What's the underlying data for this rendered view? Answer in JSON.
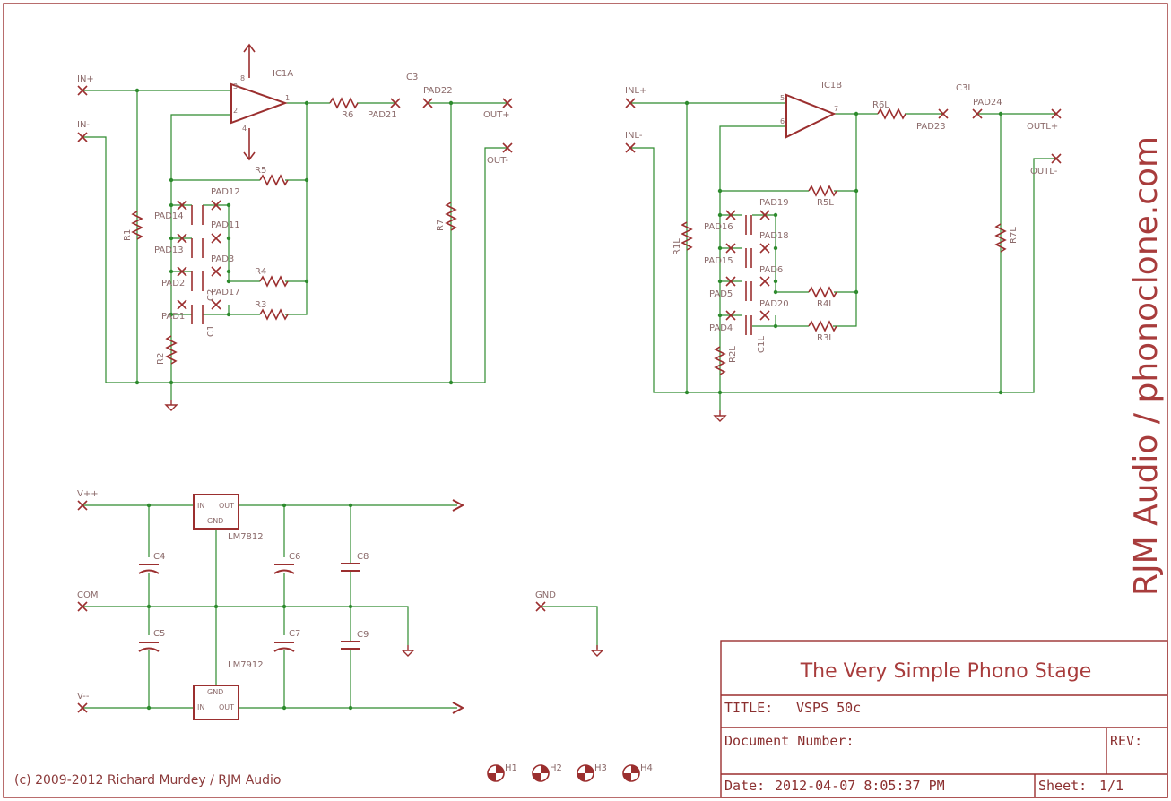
{
  "side_text": "RJM Audio / phonoclone.com",
  "copyright": "(c) 2009-2012 Richard Murdey / RJM Audio",
  "title_block": {
    "heading": "The Very Simple Phono Stage",
    "title_label": "TITLE:",
    "title_value": "VSPS 50c",
    "docnum_label": "Document Number:",
    "rev_label": "REV:",
    "date_label": "Date:",
    "date_value": "2012-04-07 8:05:37 PM",
    "sheet_label": "Sheet:",
    "sheet_value": "1/1"
  },
  "left_channel": {
    "ic": "IC1A",
    "pins": [
      "3",
      "2",
      "1",
      "8",
      "4"
    ],
    "ports": [
      "IN+",
      "IN-",
      "OUT+",
      "OUT-"
    ],
    "pads": [
      "PAD12",
      "PAD14",
      "PAD11",
      "PAD13",
      "PAD3",
      "PAD2",
      "PAD17",
      "PAD1",
      "PAD21",
      "PAD22"
    ],
    "parts": [
      "R1",
      "R2",
      "R3",
      "R4",
      "R5",
      "R6",
      "R7",
      "C1",
      "C2",
      "C3"
    ]
  },
  "right_channel": {
    "ic": "IC1B",
    "pins": [
      "5",
      "6",
      "7"
    ],
    "ports": [
      "INL+",
      "INL-",
      "OUTL+",
      "OUTL-"
    ],
    "pads": [
      "PAD19",
      "PAD16",
      "PAD18",
      "PAD15",
      "PAD6",
      "PAD5",
      "PAD20",
      "PAD4",
      "PAD23",
      "PAD24"
    ],
    "parts": [
      "R1L",
      "R2L",
      "R3L",
      "R4L",
      "R5L",
      "R6L",
      "R7L",
      "C1L",
      "C3L"
    ]
  },
  "power": {
    "ports": [
      "V++",
      "COM",
      "V--",
      "GND"
    ],
    "regulators": [
      {
        "name": "LM7812",
        "pin_in": "IN",
        "pin_out": "OUT",
        "pin_gnd": "GND"
      },
      {
        "name": "LM7912",
        "pin_in": "IN",
        "pin_out": "OUT",
        "pin_gnd": "GND"
      }
    ],
    "caps": [
      "C4",
      "C5",
      "C6",
      "C7",
      "C8",
      "C9"
    ]
  },
  "holes": [
    "H1",
    "H2",
    "H3",
    "H4"
  ],
  "colors": {
    "wire": "#2e8b2e",
    "symbol": "#9b2f2f",
    "text": "#8b6a6a",
    "accent": "#a83c3c"
  }
}
